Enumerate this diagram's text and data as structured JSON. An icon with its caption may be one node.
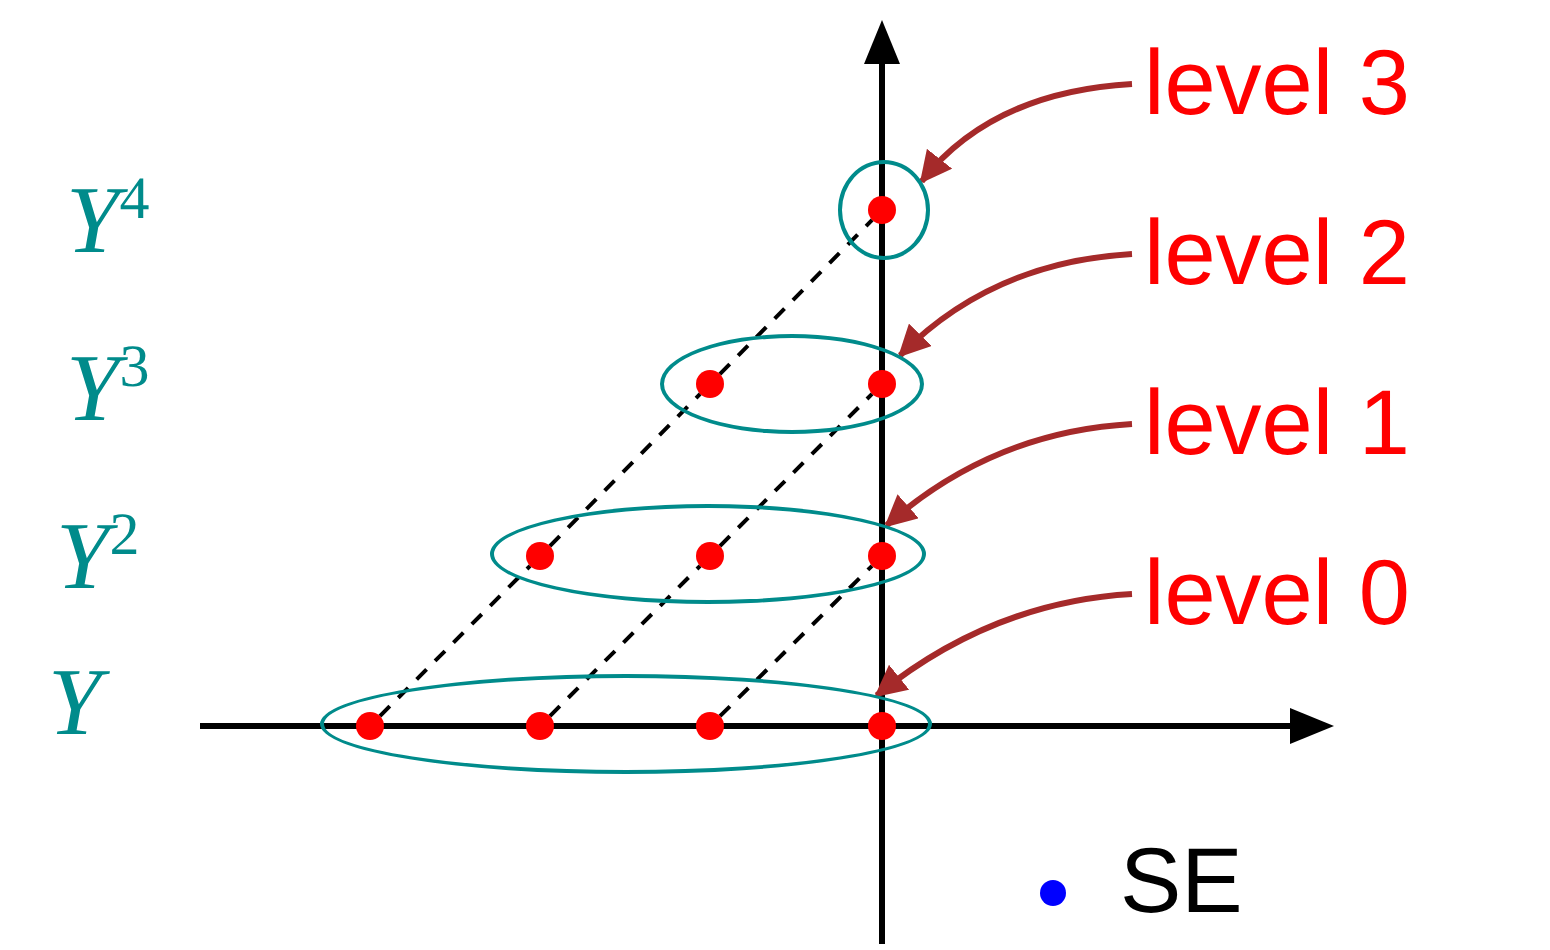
{
  "diagram": {
    "nodes": [
      {
        "text": [],
        "shape": "ellipse"
      },
      {
        "text": [],
        "shape": "circle",
        "in": 0
      },
      {
        "text": [],
        "shape": "ellipse"
      },
      {
        "text": [],
        "shape": "circle",
        "in": 2
      },
      {
        "text": [],
        "shape": "circle",
        "in": 2
      },
      {
        "text": [],
        "shape": "ellipse"
      },
      {
        "text": [],
        "shape": "circle",
        "in": 5
      },
      {
        "text": [],
        "shape": "circle",
        "in": 5
      },
      {
        "text": [],
        "shape": "circle",
        "in": 5
      },
      {
        "text": [],
        "shape": "ellipse"
      },
      {
        "text": [],
        "shape": "circle",
        "in": 9
      },
      {
        "text": [],
        "shape": "circle",
        "in": 9
      },
      {
        "text": [],
        "shape": "circle",
        "in": 9
      },
      {
        "text": [],
        "shape": "circle",
        "in": 9
      },
      {
        "text": [
          "level 3"
        ]
      },
      {
        "text": [
          "level 2"
        ]
      },
      {
        "text": [
          "level 1"
        ]
      },
      {
        "text": [
          "level 0"
        ]
      }
    ],
    "edges": [
      {
        "from": 14,
        "to": 0,
        "arrow": "to",
        "color": "#a52a2a"
      },
      {
        "from": 15,
        "to": 2,
        "arrow": "to",
        "color": "#a52a2a"
      },
      {
        "from": 16,
        "to": 5,
        "arrow": "to",
        "color": "#a52a2a"
      },
      {
        "from": 17,
        "to": 9,
        "arrow": "to",
        "color": "#a52a2a"
      },
      {
        "from": 10,
        "to": 6,
        "arrow": "none",
        "style": "dashed"
      },
      {
        "from": 6,
        "to": 3,
        "arrow": "none",
        "style": "dashed"
      },
      {
        "from": 3,
        "to": 1,
        "arrow": "none",
        "style": "dashed"
      },
      {
        "from": 11,
        "to": 7,
        "arrow": "none",
        "style": "dashed"
      },
      {
        "from": 7,
        "to": 4,
        "arrow": "none",
        "style": "dashed"
      },
      {
        "from": 12,
        "to": 8,
        "arrow": "none",
        "style": "dashed"
      }
    ],
    "labels": [
      "Y$^{4}$",
      "Y$^{3}$",
      "Y$^{2}$",
      "Y"
    ],
    "legend": [
      {
        "text": "SE",
        "color": "#0000ff"
      }
    ]
  }
}
